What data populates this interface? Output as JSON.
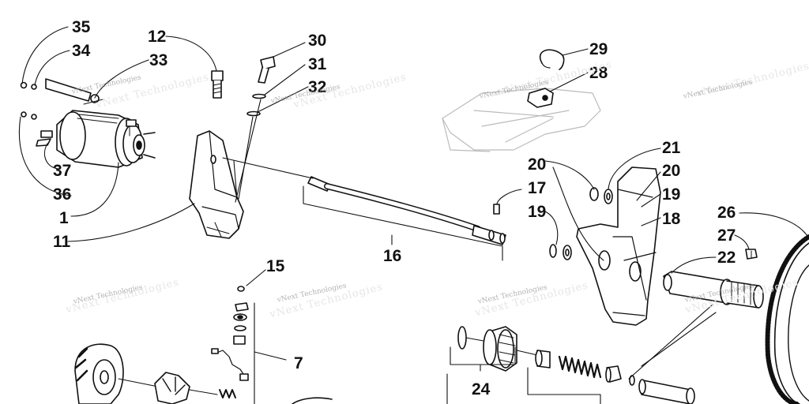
{
  "diagram": {
    "callouts": {
      "c35": "35",
      "c34": "34",
      "c33": "33",
      "c12": "12",
      "c30": "30",
      "c31": "31",
      "c32": "32",
      "c29": "29",
      "c28": "28",
      "c37": "37",
      "c36": "36",
      "c1": "1",
      "c11": "11",
      "c21": "21",
      "c20a": "20",
      "c20b": "20",
      "c19a": "19",
      "c19b": "19",
      "c17": "17",
      "c18": "18",
      "c16": "16",
      "c26": "26",
      "c27": "27",
      "c22": "22",
      "c15": "15",
      "c7": "7",
      "c24": "24"
    },
    "watermark_text": "vNext Technologies"
  }
}
